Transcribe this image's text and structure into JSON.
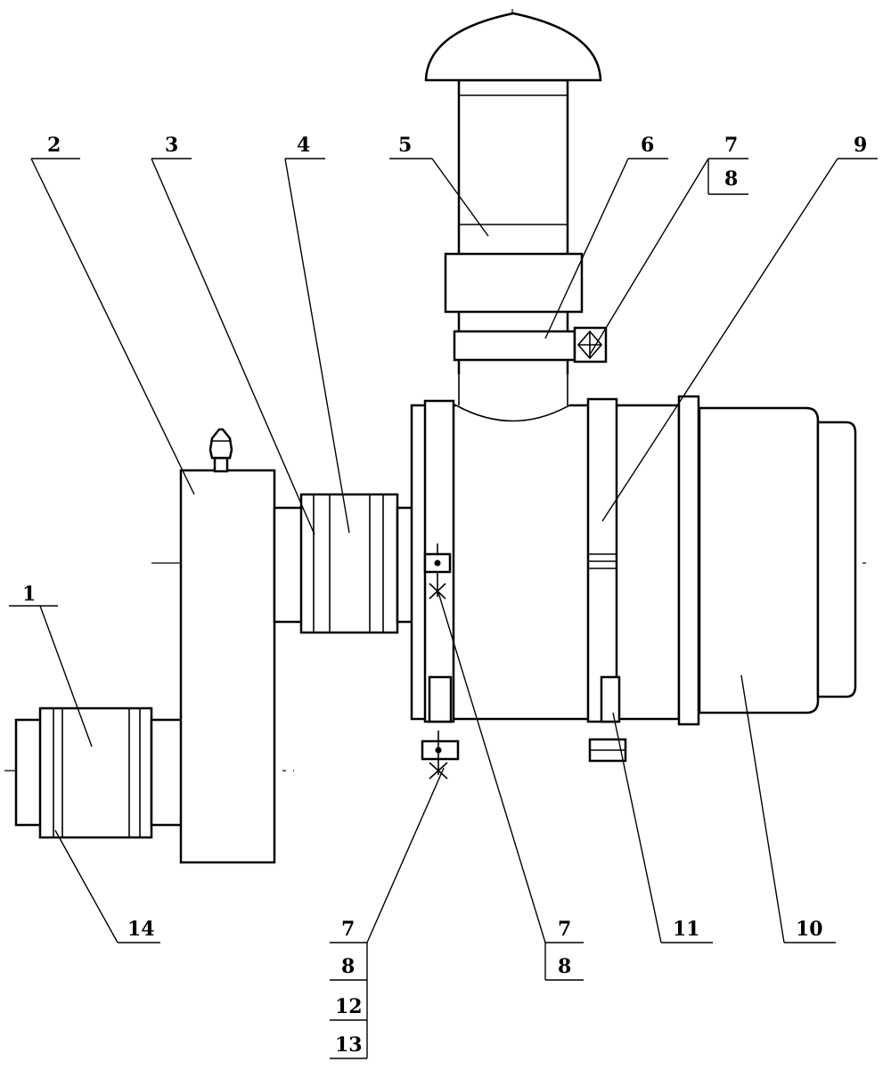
{
  "labels": {
    "l1": "1",
    "l2": "2",
    "l3": "3",
    "l4": "4",
    "l5": "5",
    "l6": "6",
    "l7a": "7",
    "l8a": "8",
    "l9": "9",
    "l10": "10",
    "l11": "11",
    "l14": "14",
    "l7b": "7",
    "l8b": "8",
    "l12": "12",
    "l13": "13",
    "l7c": "7",
    "l8c": "8"
  },
  "colors": {
    "line": "#000000",
    "background": "#ffffff"
  }
}
